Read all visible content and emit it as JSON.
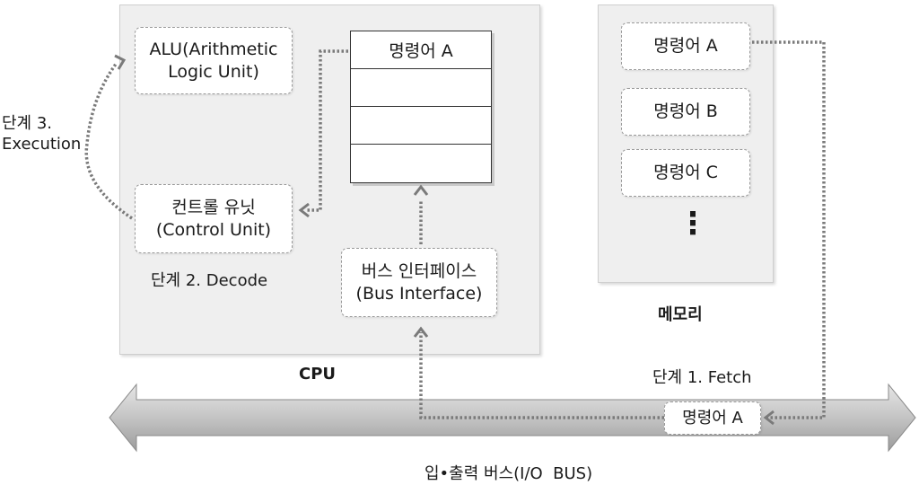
{
  "cpu": {
    "label": "CPU",
    "alu": {
      "line1": "ALU(Arithmetic",
      "line2": "Logic Unit)"
    },
    "control_unit": {
      "line1": "컨트롤 유닛",
      "line2": "(Control Unit)"
    },
    "registers": [
      "명령어 A",
      "",
      "",
      ""
    ],
    "bus_interface": {
      "line1": "버스 인터페이스",
      "line2": "(Bus Interface)"
    },
    "decode_step": "단계 2. Decode"
  },
  "execution_step": {
    "line1": "단계 3.",
    "line2": "Execution"
  },
  "memory": {
    "label": "메모리",
    "items": [
      "명령어 A",
      "명령어 B",
      "명령어 C"
    ],
    "ellipsis": "⋮"
  },
  "fetch_step": "단계 1. Fetch",
  "bus": {
    "label": "입•출력 버스(I/O  BUS)",
    "packet": "명령어 A"
  },
  "colors": {
    "panel": "#efefef",
    "bus_arrow": "#c8c8c8",
    "dotted_line": "#7a7a7a"
  }
}
